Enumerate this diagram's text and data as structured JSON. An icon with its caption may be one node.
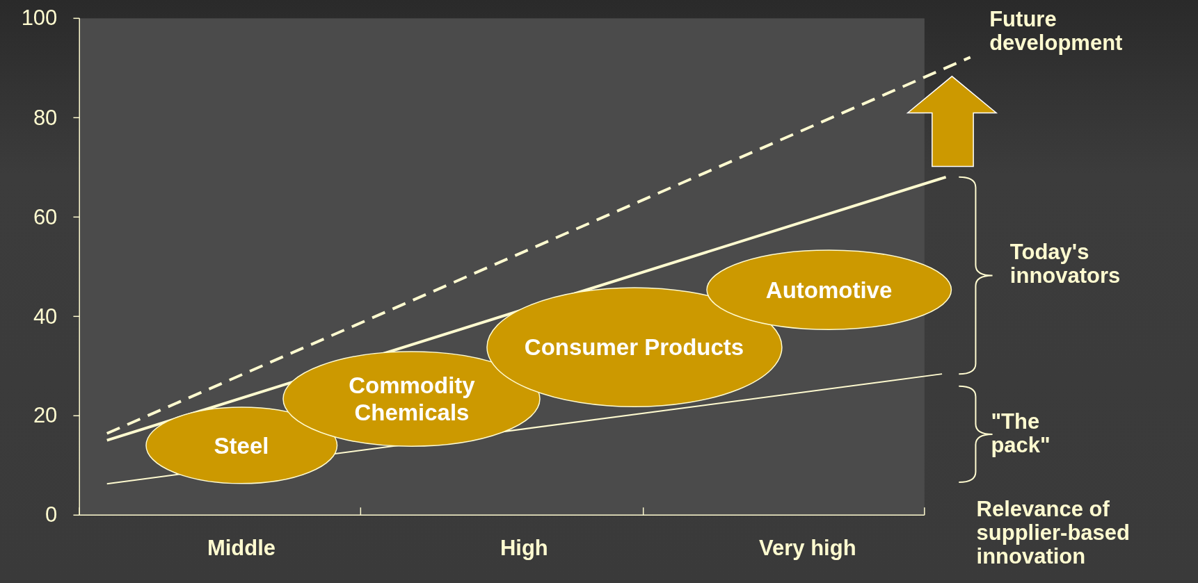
{
  "diagram": {
    "nodes": [
      {
        "text": [
          "Steel"
        ]
      },
      {
        "text": [
          "Commodity Chemicals"
        ]
      },
      {
        "text": [
          "Consumer Products"
        ]
      },
      {
        "text": [
          "Automotive"
        ]
      }
    ],
    "labels": [
      "100",
      "80",
      "60",
      "40",
      "20",
      "0",
      "Future development",
      "Today's innovators",
      "\"The pack\"",
      "Middle",
      "High",
      "Very high",
      "Relevance of supplier-based innovation"
    ]
  }
}
